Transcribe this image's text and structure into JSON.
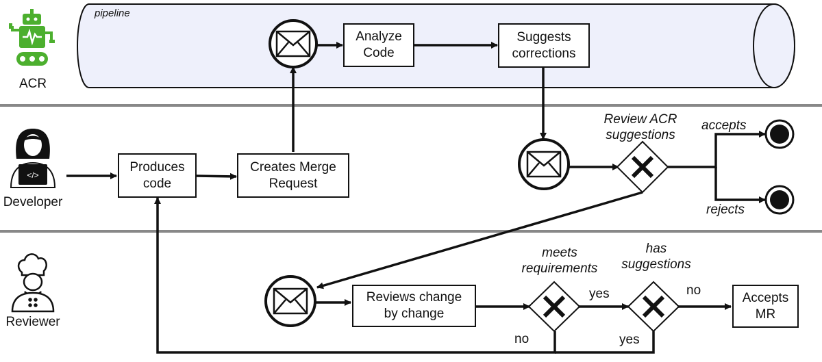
{
  "lanes": {
    "acr": "ACR",
    "developer": "Developer",
    "reviewer": "Reviewer"
  },
  "pipeline_label": "pipeline",
  "tasks": {
    "analyze_code": "Analyze\nCode",
    "suggests_corrections": "Suggests\ncorrections",
    "produces_code": "Produces\ncode",
    "creates_merge_request": "Creates Merge\nRequest",
    "reviews_change": "Reviews change\nby change",
    "accepts_mr": "Accepts\nMR"
  },
  "gateways": {
    "review_acr": "Review ACR\nsuggestions",
    "meets_requirements": "meets\nrequirements",
    "has_suggestions": "has\nsuggestions"
  },
  "edge_labels": {
    "accepts": "accepts",
    "rejects": "rejects",
    "yes1": "yes",
    "no1": "no",
    "no2": "no",
    "yes2": "yes"
  },
  "icons": [
    "robot-icon",
    "developer-icon",
    "chef-icon",
    "envelope-icon"
  ],
  "colors": {
    "robot": "#4caf2e",
    "pipeline_fill": "#eef0fb",
    "lane_divider": "#888888"
  }
}
